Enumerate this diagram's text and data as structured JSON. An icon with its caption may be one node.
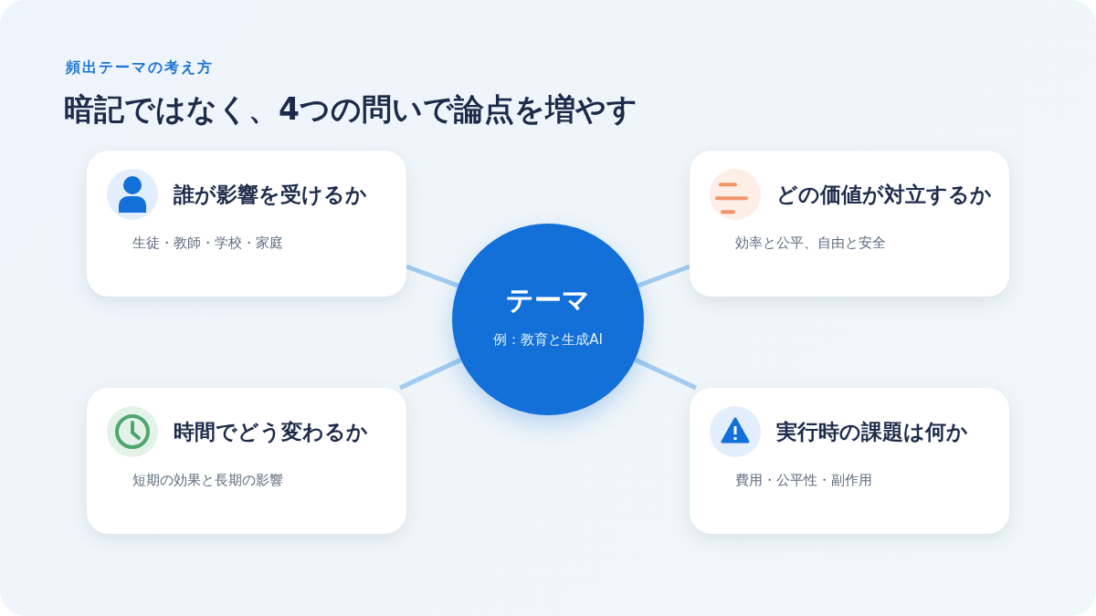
{
  "diagram": {
    "title": "暗記ではなく、4つの問いで論点を増やす",
    "nodes": [
      {
        "text": [
          "誰が影響を受けるか",
          "生徒・教師・学校・家庭"
        ]
      },
      {
        "text": [
          "どの価値が対立するか",
          "効率と公平、自由と安全"
        ]
      },
      {
        "text": [
          "テーマ",
          "例：教育と生成AI"
        ]
      },
      {
        "text": [
          "時間でどう変わるか",
          "短期の効果と長期の影響"
        ]
      },
      {
        "text": [
          "実行時の課題は何か",
          "費用・公平性・副作用"
        ]
      }
    ],
    "edges": [
      {
        "from": 2,
        "to": 0,
        "arrow": "none"
      },
      {
        "from": 2,
        "to": 1,
        "arrow": "none"
      },
      {
        "from": 2,
        "to": 3,
        "arrow": "none"
      },
      {
        "from": 2,
        "to": 4,
        "arrow": "none"
      }
    ],
    "labels": [
      "頻出テーマの考え方"
    ]
  }
}
